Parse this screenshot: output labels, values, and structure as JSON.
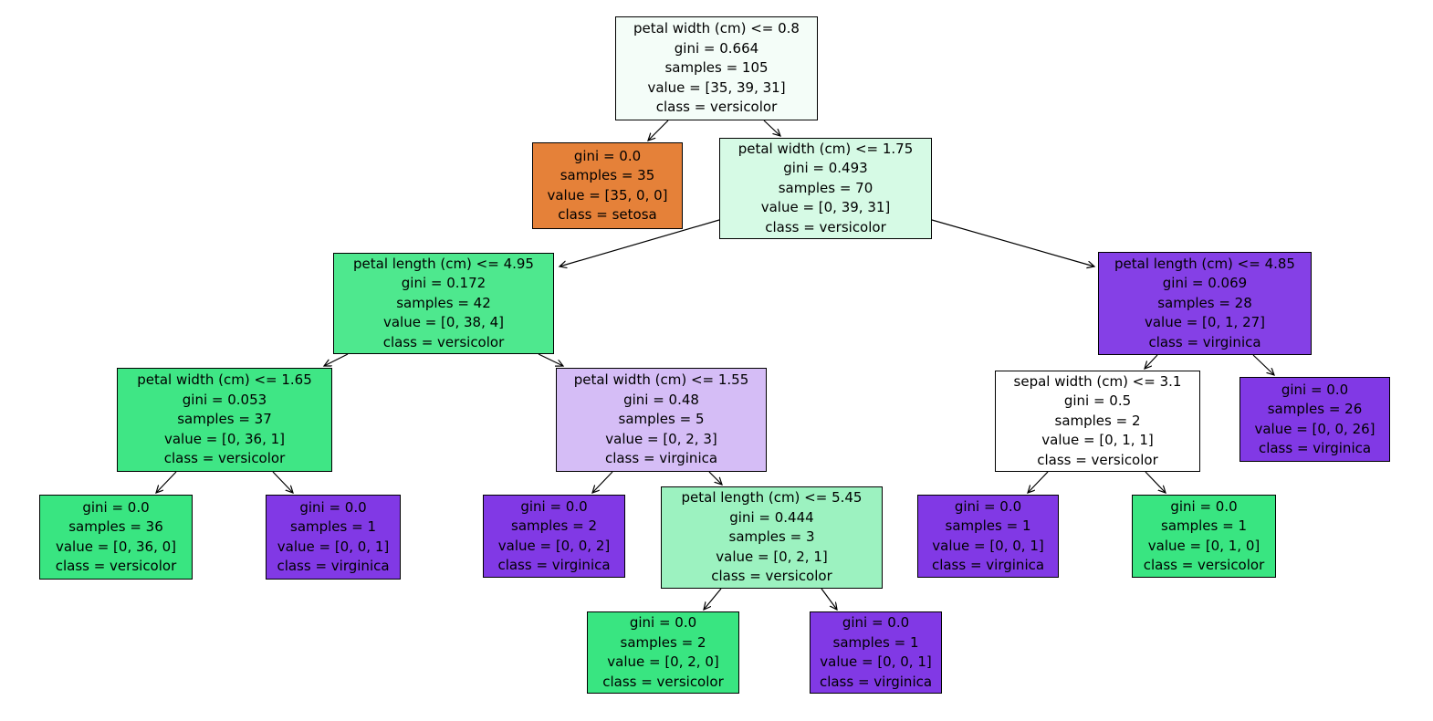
{
  "figure": {
    "type": "decision-tree",
    "background": "#ffffff",
    "edge_color": "#000000",
    "text_color": "#000000"
  },
  "class_colors": {
    "setosa": "#e58139",
    "versicolor": "#39e581",
    "virginica": "#8139e5"
  },
  "nodes": {
    "root": {
      "color": "#f4fdf8",
      "lines": [
        "petal width (cm) <= 0.8",
        "gini = 0.664",
        "samples = 105",
        "value = [35, 39, 31]",
        "class = versicolor"
      ]
    },
    "setosa_leaf": {
      "color": "#e58139",
      "lines": [
        "gini = 0.0",
        "samples = 35",
        "value = [35, 0, 0]",
        "class = setosa"
      ]
    },
    "pw_175": {
      "color": "#d6fae5",
      "lines": [
        "petal width (cm) <= 1.75",
        "gini = 0.493",
        "samples = 70",
        "value = [0, 39, 31]",
        "class = versicolor"
      ]
    },
    "pl_495": {
      "color": "#4ee88e",
      "lines": [
        "petal length (cm) <= 4.95",
        "gini = 0.172",
        "samples = 42",
        "value = [0, 38, 4]",
        "class = versicolor"
      ]
    },
    "pl_485": {
      "color": "#8540e6",
      "lines": [
        "petal length (cm) <= 4.85",
        "gini = 0.069",
        "samples = 28",
        "value = [0, 1, 27]",
        "class = virginica"
      ]
    },
    "pw_165": {
      "color": "#3fe685",
      "lines": [
        "petal width (cm) <= 1.65",
        "gini = 0.053",
        "samples = 37",
        "value = [0, 36, 1]",
        "class = versicolor"
      ]
    },
    "pw_155": {
      "color": "#d5bdf6",
      "lines": [
        "petal width (cm) <= 1.55",
        "gini = 0.48",
        "samples = 5",
        "value = [0, 2, 3]",
        "class = virginica"
      ]
    },
    "sw_31": {
      "color": "#ffffff",
      "lines": [
        "sepal width (cm) <= 3.1",
        "gini = 0.5",
        "samples = 2",
        "value = [0, 1, 1]",
        "class = versicolor"
      ]
    },
    "leaf_virginica_26": {
      "color": "#8139e5",
      "lines": [
        "gini = 0.0",
        "samples = 26",
        "value = [0, 0, 26]",
        "class = virginica"
      ]
    },
    "leaf_versicolor_36": {
      "color": "#39e581",
      "lines": [
        "gini = 0.0",
        "samples = 36",
        "value = [0, 36, 0]",
        "class = versicolor"
      ]
    },
    "leaf_virginica_1a": {
      "color": "#8139e5",
      "lines": [
        "gini = 0.0",
        "samples = 1",
        "value = [0, 0, 1]",
        "class = virginica"
      ]
    },
    "leaf_virginica_2": {
      "color": "#8139e5",
      "lines": [
        "gini = 0.0",
        "samples = 2",
        "value = [0, 0, 2]",
        "class = virginica"
      ]
    },
    "pl_545": {
      "color": "#9cf2c0",
      "lines": [
        "petal length (cm) <= 5.45",
        "gini = 0.444",
        "samples = 3",
        "value = [0, 2, 1]",
        "class = versicolor"
      ]
    },
    "leaf_virginica_1b": {
      "color": "#8139e5",
      "lines": [
        "gini = 0.0",
        "samples = 1",
        "value = [0, 0, 1]",
        "class = virginica"
      ]
    },
    "leaf_versicolor_1": {
      "color": "#39e581",
      "lines": [
        "gini = 0.0",
        "samples = 1",
        "value = [0, 1, 0]",
        "class = versicolor"
      ]
    },
    "leaf_versicolor_2": {
      "color": "#39e581",
      "lines": [
        "gini = 0.0",
        "samples = 2",
        "value = [0, 2, 0]",
        "class = versicolor"
      ]
    },
    "leaf_virginica_1c": {
      "color": "#8139e5",
      "lines": [
        "gini = 0.0",
        "samples = 1",
        "value = [0, 0, 1]",
        "class = virginica"
      ]
    }
  }
}
